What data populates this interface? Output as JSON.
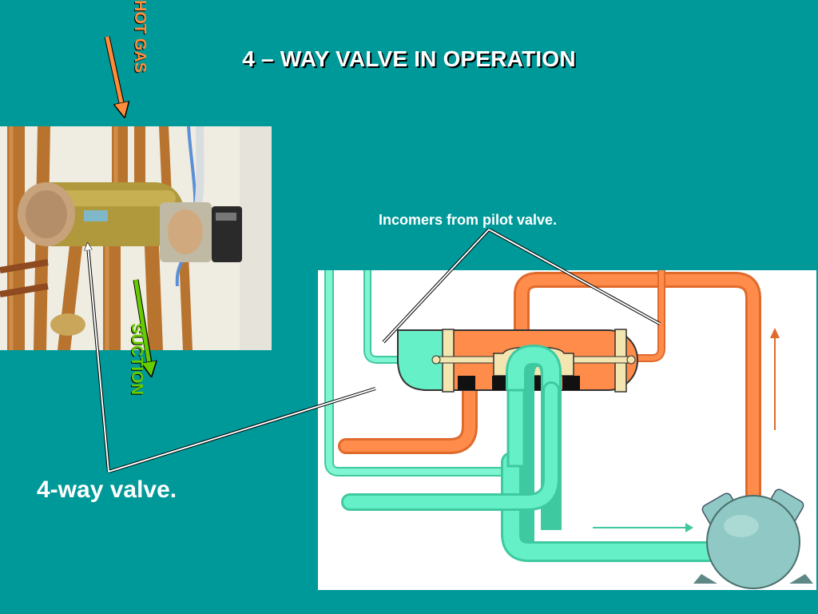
{
  "slide": {
    "title": "4 – WAY VALVE IN OPERATION",
    "labels": {
      "hot_gas": "HOT GAS",
      "suction": "SUCTION",
      "incomers": "Incomers from pilot valve.",
      "four_way": "4-way valve."
    }
  },
  "colors": {
    "background": "#009999",
    "hot_gas": "#ff8c3a",
    "suction": "#66cc00",
    "hot_pipe": "#ff8c4a",
    "cold_pipe": "#66f0c8",
    "compressor": "#8fc8c4"
  }
}
